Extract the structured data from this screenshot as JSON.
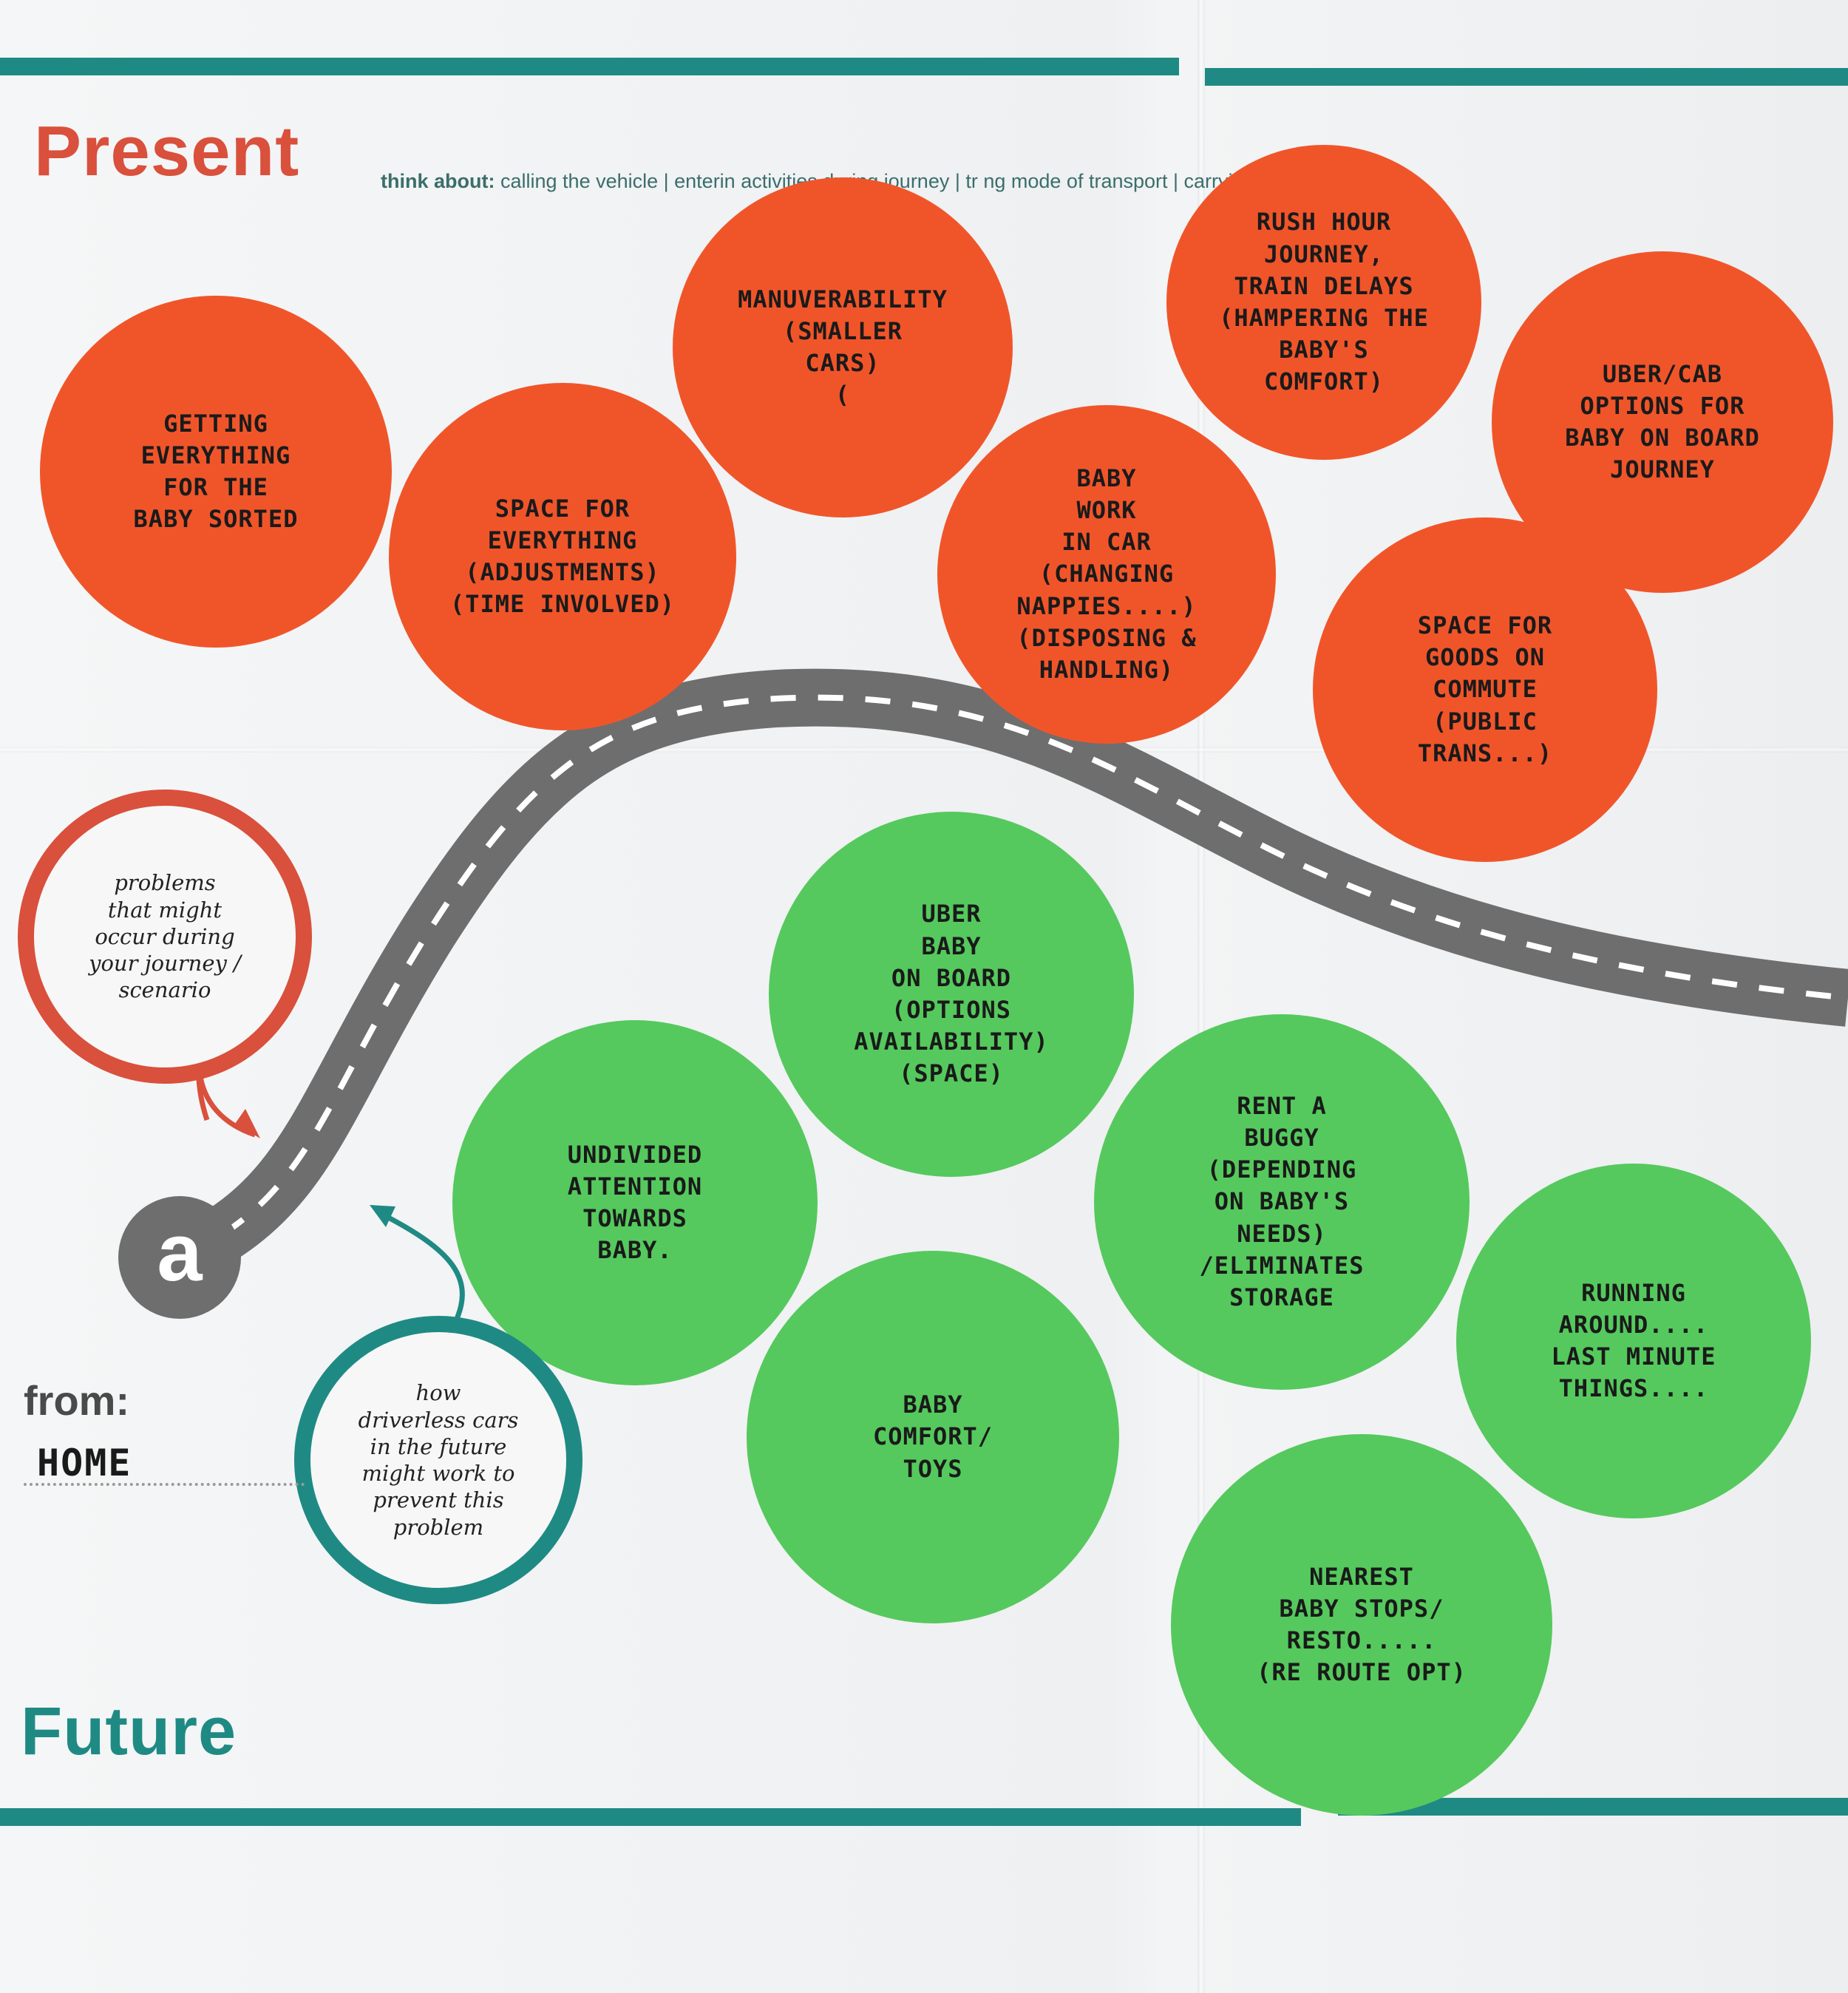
{
  "sections": {
    "present_title": "Present",
    "think_about_label": "think about:",
    "think_about_items": "calling the vehicle  |  enterin   activities during journey  |  tr                                       ng mode of transport  |  carrying goods",
    "future_title": "Future"
  },
  "legend": {
    "problems": "problems\nthat might\noccur during\nyour journey /\nscenario",
    "future": "how\ndriverless cars\nin the future\nmight work to\nprevent this\nproblem"
  },
  "start": {
    "marker": "a",
    "from_label": "from:",
    "from_value": "HOME"
  },
  "present_notes": [
    "Getting\neverything\nfor the\nbaby sorted",
    "Space for\neverything\n(adjustments)\n(time involved)",
    "Manuverability\n(smaller\ncars)\n(",
    "Baby\nwork\nin car\n(changing\nnappies....)\n(disposing &\nhandling)",
    "Rush hour\njourney,\ntrain delays\n(hampering the\nbaby's comfort)",
    "Uber/cab\noptions for\nbaby on board\njourney",
    "Space for\ngoods on\ncommute\n(public trans...)"
  ],
  "future_notes": [
    "Undivided\nattention\ntowards\nbaby.",
    "Uber\nbaby\non board\n(options\navailability)\n(space)",
    "Baby\ncomfort/\ntoys",
    "Rent a\nbuggy\n(depending\non baby's\nneeds)\n/eliminates\nstorage",
    "Running\naround....\nlast minute\nthings....",
    "Nearest\nbaby stops/\nresto.....\n(re route opt)"
  ],
  "colors": {
    "present_accent": "#d9503c",
    "future_accent": "#1f8a84",
    "red_note": "#f0552a",
    "green_note": "#55c95d",
    "road": "#6e6e6e"
  }
}
